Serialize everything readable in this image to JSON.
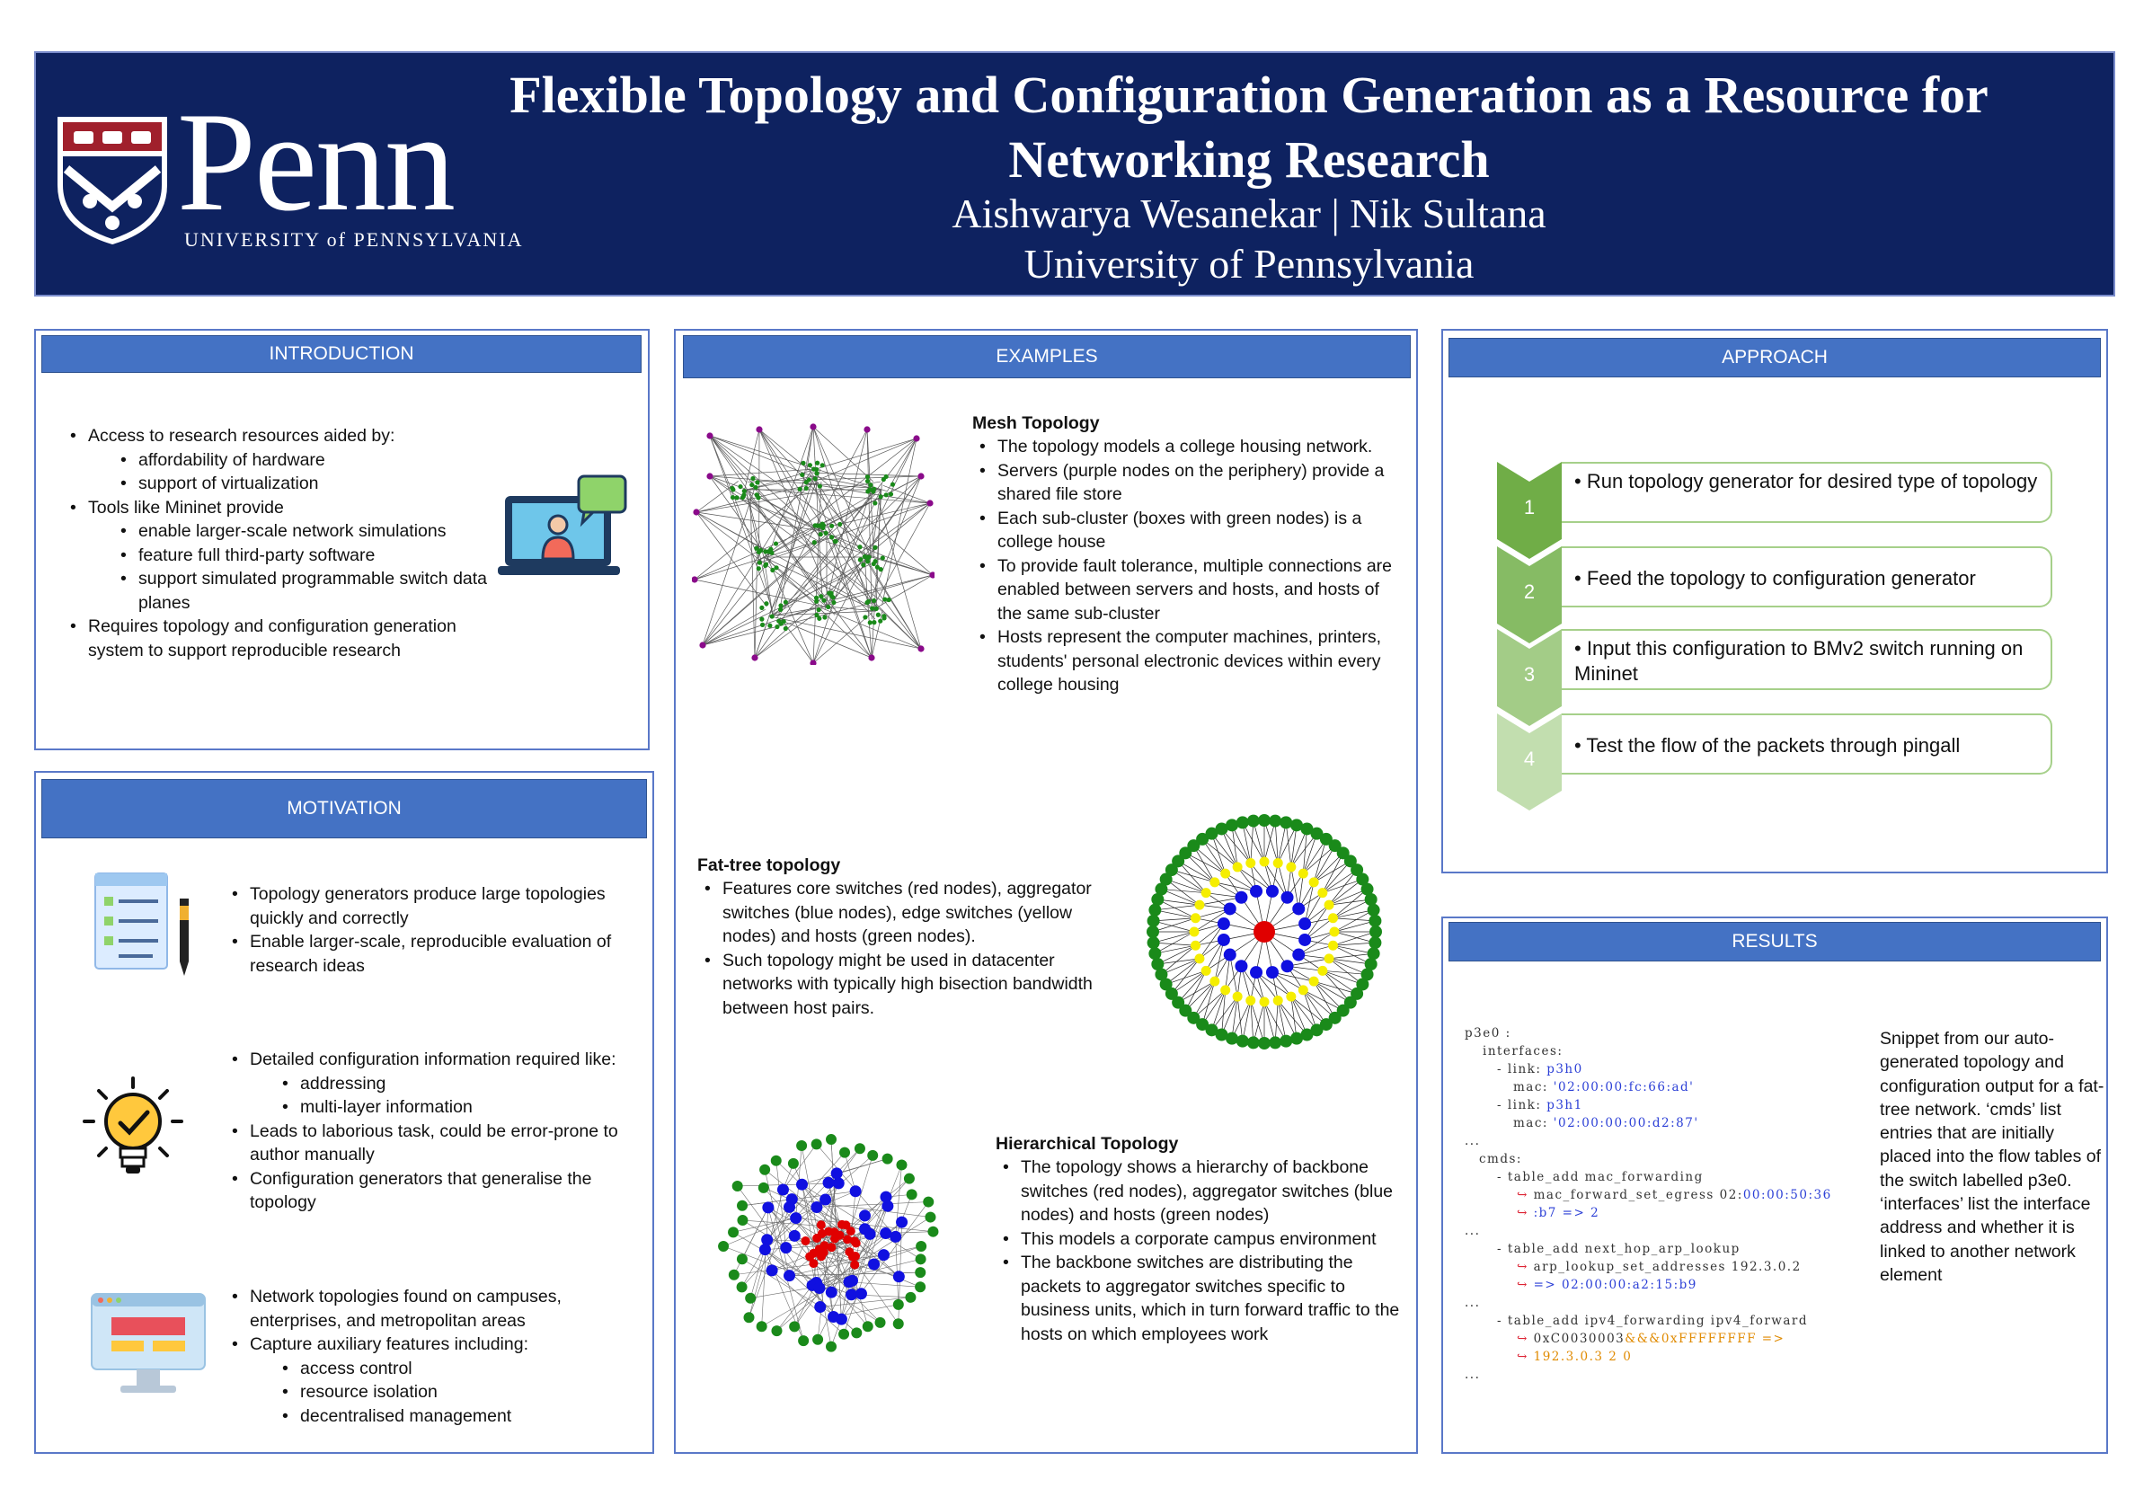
{
  "header": {
    "title_line1": "Flexible Topology and Configuration Generation as a Resource for",
    "title_line2": "Networking Research",
    "authors": "Aishwarya Wesanekar | Nik Sultana",
    "affiliation": "University of Pennsylvania",
    "logo_word": "Penn",
    "logo_sub": "UNIVERSITY of PENNSYLVANIA"
  },
  "introduction": {
    "heading": "INTRODUCTION",
    "items": [
      {
        "text": "Access to research resources aided by:",
        "sub": [
          "affordability of hardware",
          "support of virtualization"
        ]
      },
      {
        "text": "Tools like Mininet provide",
        "sub": [
          "enable larger-scale network simulations",
          "feature full third-party software",
          "support simulated programmable switch data planes"
        ]
      },
      {
        "text": "Requires topology and configuration generation system to support reproducible research",
        "sub": []
      }
    ]
  },
  "motivation": {
    "heading": "MOTIVATION",
    "group1": [
      "Topology generators produce large topologies quickly and correctly",
      "Enable larger-scale, reproducible evaluation of research ideas"
    ],
    "group2": {
      "first": "Detailed configuration information required like:",
      "first_sub": [
        "addressing",
        "multi-layer information"
      ],
      "rest": [
        "Leads to laborious task, could be error-prone to author manually",
        "Configuration generators that generalise the topology"
      ]
    },
    "group3": {
      "first": "Network topologies found on campuses, enterprises, and metropolitan areas",
      "second": "Capture auxiliary features including:",
      "second_sub": [
        "access control",
        "resource isolation",
        "decentralised management"
      ]
    }
  },
  "examples": {
    "heading": "EXAMPLES",
    "mesh": {
      "title": "Mesh Topology",
      "items": [
        "The topology models a college housing network.",
        "Servers (purple nodes on the periphery) provide a shared file store",
        "Each sub-cluster (boxes with green nodes) is a college house",
        "To provide fault tolerance, multiple connections are enabled between servers and hosts, and hosts of the same sub-cluster",
        "Hosts represent the computer machines, printers, students' personal electronic devices within every college housing"
      ]
    },
    "fattree": {
      "title": "Fat-tree topology",
      "items": [
        "Features core switches (red nodes), aggregator switches (blue nodes), edge switches (yellow nodes) and hosts (green nodes).",
        "Such topology might be used in datacenter networks with typically high bisection bandwidth between host pairs."
      ]
    },
    "hier": {
      "title": "Hierarchical Topology",
      "items": [
        "The topology shows a hierarchy of backbone switches (red nodes), aggregator switches (blue nodes) and hosts (green nodes)",
        "This models a corporate campus environment",
        "The backbone switches are distributing the packets to aggregator switches specific to business units, which in turn forward traffic to the hosts on which employees work"
      ]
    }
  },
  "approach": {
    "heading": "APPROACH",
    "steps": [
      {
        "num": "1",
        "text": "Run topology generator for desired type of topology"
      },
      {
        "num": "2",
        "text": "Feed the topology to configuration generator"
      },
      {
        "num": "3",
        "text": "Input this configuration to BMv2 switch running on Mininet"
      },
      {
        "num": "4",
        "text": "Test the flow of the packets through pingall"
      }
    ]
  },
  "results": {
    "heading": "RESULTS",
    "code": {
      "l1": "p3e0 :",
      "l2": "interfaces:",
      "l3a": "- link: ",
      "l3b": "p3h0",
      "l4a": "mac: ",
      "l4b": "'02:00:00:fc:66:ad'",
      "l5a": "- link: ",
      "l5b": "p3h1",
      "l6a": "mac: ",
      "l6b": "'02:00:00:00:d2:87'",
      "l7": "...",
      "l8": "cmds:",
      "l9": "- table_add mac_forwarding",
      "l10a": "↪ ",
      "l10b": "mac_forward_set_egress 02:",
      "l10c": "00:00:50:36",
      "l11a": "↪ ",
      "l11b": ":b7 => 2",
      "l12": "...",
      "l13": "- table_add next_hop_arp_lookup",
      "l14a": "↪ ",
      "l14b": "arp_lookup_set_addresses 192.3.0.2",
      "l15a": "↪ ",
      "l15b": "=> 02:",
      "l15c": "00:00:a2:15:b9",
      "l16": "...",
      "l17": "- table_add ipv4_forwarding ipv4_forward",
      "l18a": "↪ ",
      "l18b": "0xC0030003",
      "l18c": "&&&0xFFFFFFFF =>",
      "l19a": "↪ ",
      "l19b": "192.3.0.3 2 0",
      "l20": "..."
    },
    "snippet": "Snippet from our auto-generated topology and configuration output for a fat-tree network. ‘cmds’ list entries that are initially placed into the flow tables of the switch labelled p3e0. ‘interfaces’ list the interface address and whether it is linked to another network element"
  },
  "colors": {
    "header_bg": "#0e2260",
    "section_header": "#4472c4",
    "step_green": "#70ad47"
  }
}
